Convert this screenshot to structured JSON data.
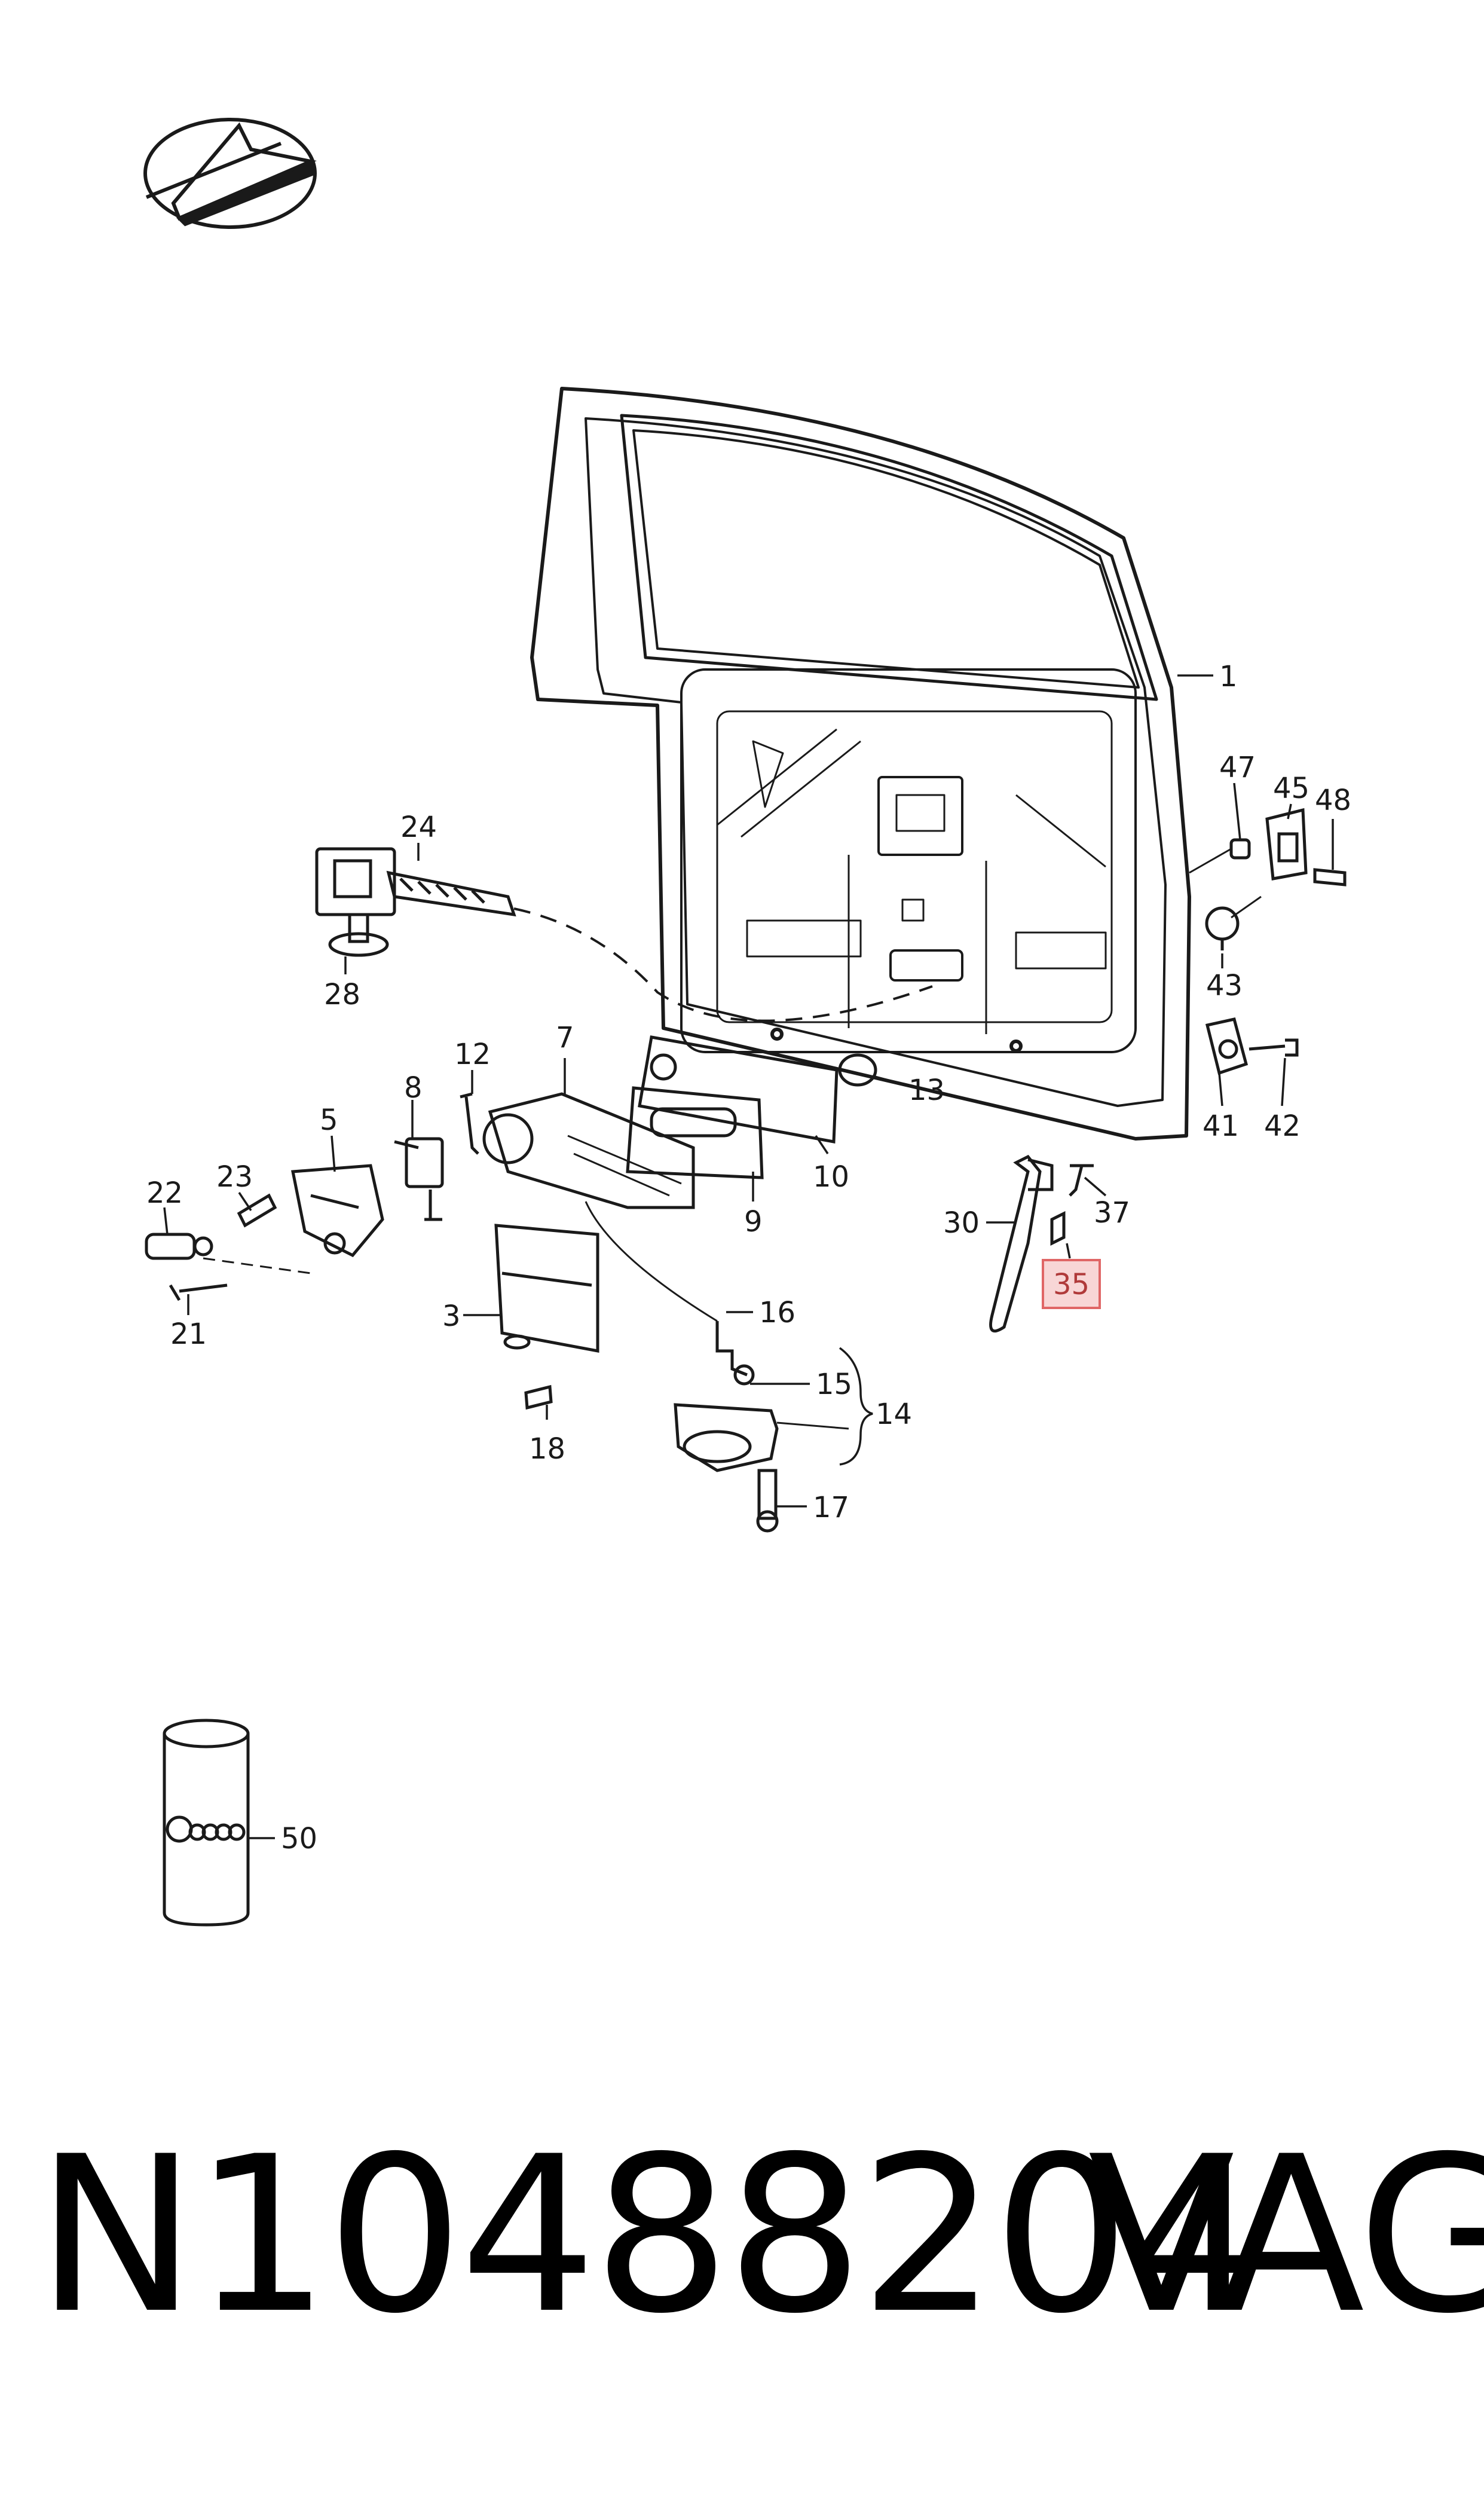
{
  "footer": {
    "part_number": "N10488204",
    "brand": "VAG"
  },
  "colors": {
    "highlight_fill": "#f8d6d6",
    "highlight_stroke": "#e06666",
    "ink": "#1a1a1a"
  },
  "callouts": [
    {
      "id": "c1",
      "label": "1"
    },
    {
      "id": "c24",
      "label": "24"
    },
    {
      "id": "c28",
      "label": "28"
    },
    {
      "id": "c47",
      "label": "47"
    },
    {
      "id": "c45",
      "label": "45"
    },
    {
      "id": "c48",
      "label": "48"
    },
    {
      "id": "c43",
      "label": "43"
    },
    {
      "id": "c12",
      "label": "12"
    },
    {
      "id": "c7",
      "label": "7"
    },
    {
      "id": "c8",
      "label": "8"
    },
    {
      "id": "c5",
      "label": "5"
    },
    {
      "id": "c23",
      "label": "23"
    },
    {
      "id": "c22",
      "label": "22"
    },
    {
      "id": "c21",
      "label": "21"
    },
    {
      "id": "c13",
      "label": "13"
    },
    {
      "id": "c9",
      "label": "9"
    },
    {
      "id": "c10",
      "label": "10"
    },
    {
      "id": "c41",
      "label": "41"
    },
    {
      "id": "c42",
      "label": "42"
    },
    {
      "id": "c37",
      "label": "37"
    },
    {
      "id": "c30",
      "label": "30"
    },
    {
      "id": "c35",
      "label": "35",
      "highlighted": true
    },
    {
      "id": "c3",
      "label": "3"
    },
    {
      "id": "c16",
      "label": "16"
    },
    {
      "id": "c15",
      "label": "15"
    },
    {
      "id": "c14",
      "label": "14"
    },
    {
      "id": "c18",
      "label": "18"
    },
    {
      "id": "c17",
      "label": "17"
    },
    {
      "id": "c50",
      "label": "50"
    }
  ]
}
